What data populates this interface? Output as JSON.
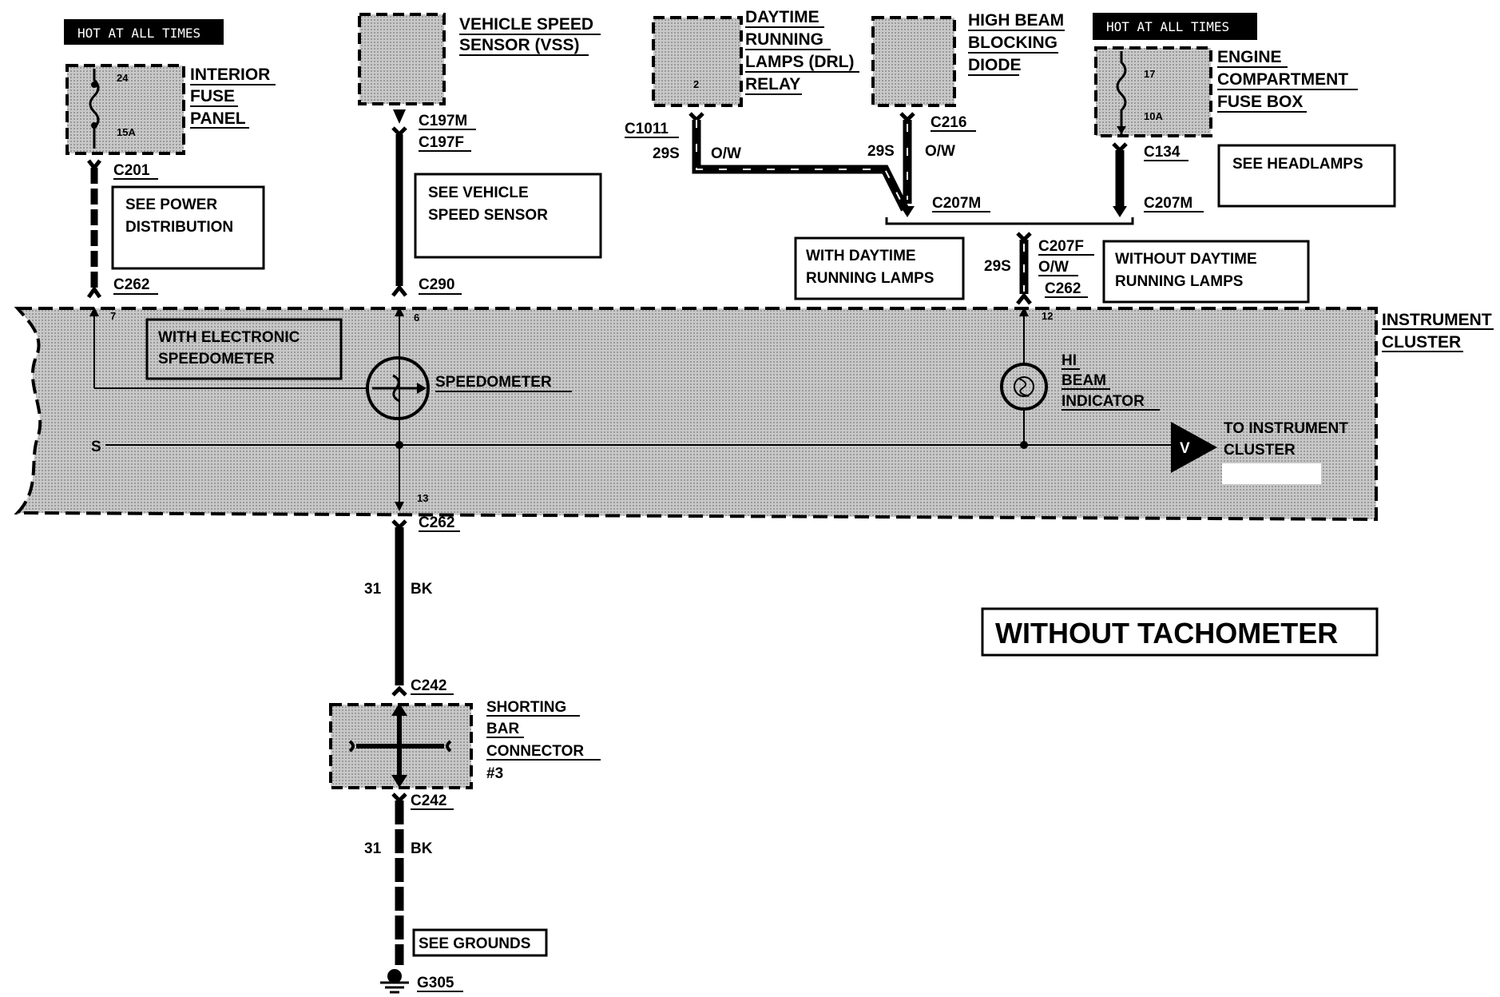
{
  "labels": {
    "hot_at_all_times_1": "HOT AT ALL TIMES",
    "hot_at_all_times_2": "HOT AT ALL TIMES",
    "interior_fuse_panel": [
      "INTERIOR",
      "FUSE",
      "PANEL"
    ],
    "interior_fuse_number": "24",
    "interior_fuse_rating": "15A",
    "engine_fuse_box": [
      "ENGINE",
      "COMPARTMENT",
      "FUSE BOX"
    ],
    "engine_fuse_number": "17",
    "engine_fuse_rating": "10A",
    "vss": [
      "VEHICLE SPEED",
      "SENSOR (VSS)"
    ],
    "drl_relay": [
      "DAYTIME",
      "RUNNING",
      "LAMPS (DRL)",
      "RELAY"
    ],
    "drl_pin": "2",
    "hb_diode": [
      "HIGH BEAM",
      "BLOCKING",
      "DIODE"
    ],
    "instrument_cluster": [
      "INSTRUMENT",
      "CLUSTER"
    ],
    "speedometer": "SPEEDOMETER",
    "hi_beam_indicator": [
      "HI",
      "BEAM",
      "INDICATOR"
    ],
    "to_instrument_cluster": [
      "TO INSTRUMENT",
      "CLUSTER"
    ],
    "shorting_bar": [
      "SHORTING",
      "BAR",
      "CONNECTOR",
      "#3"
    ],
    "ground": "G305",
    "title": "WITHOUT TACHOMETER"
  },
  "boxes": {
    "see_power_distribution": [
      "SEE POWER",
      "DISTRIBUTION"
    ],
    "see_vehicle_speed_sensor": [
      "SEE VEHICLE",
      "SPEED SENSOR"
    ],
    "see_headlamps": "SEE HEADLAMPS",
    "with_drl": [
      "WITH DAYTIME",
      "RUNNING LAMPS"
    ],
    "without_drl": [
      "WITHOUT DAYTIME",
      "RUNNING LAMPS"
    ],
    "with_electronic_speedometer": [
      "WITH ELECTRONIC",
      "SPEEDOMETER"
    ],
    "see_grounds": "SEE GROUNDS"
  },
  "connectors": {
    "c201": "C201",
    "c262_a": "C262",
    "c197m": "C197M",
    "c197f": "C197F",
    "c290": "C290",
    "c1011": "C1011",
    "c216": "C216",
    "c134": "C134",
    "c207m_a": "C207M",
    "c207m_b": "C207M",
    "c207f": "C207F",
    "c262_b": "C262",
    "c262_c": "C262",
    "c242_a": "C242",
    "c242_b": "C242"
  },
  "pins": {
    "p7": "7",
    "p6": "6",
    "p12": "12",
    "p13": "13"
  },
  "wires": {
    "drl_circuit": "29S",
    "drl_color": "O/W",
    "diode_circuit": "29S",
    "diode_color": "O/W",
    "cluster_circuit": "29S",
    "cluster_color": "O/W",
    "ground_circuit_1": "31",
    "ground_color_1": "BK",
    "ground_circuit_2": "31",
    "ground_color_2": "BK"
  },
  "symbols": {
    "s_label": "S",
    "v_label": "V"
  },
  "colors": {
    "ink": "#000000",
    "shade": "#bdbdbd",
    "paper": "#ffffff"
  }
}
